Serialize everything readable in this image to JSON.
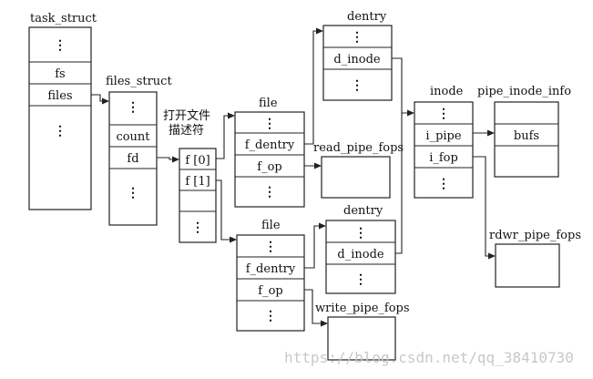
{
  "task_struct": {
    "title": "task_struct",
    "cells": [
      "⋮",
      "fs",
      "files",
      "⋮"
    ]
  },
  "files_struct": {
    "title": "files_struct",
    "cells": [
      "⋮",
      "count",
      "fd",
      "⋮"
    ]
  },
  "open_fd_note": {
    "line1": "打开文件",
    "line2": "描述符"
  },
  "fd_array": {
    "cells": [
      "f [0]",
      "f [1]",
      "",
      "⋮"
    ]
  },
  "file_read": {
    "title": "file",
    "cells": [
      "⋮",
      "f_dentry",
      "f_op",
      "⋮"
    ]
  },
  "file_write": {
    "title": "file",
    "cells": [
      "⋮",
      "f_dentry",
      "f_op",
      "⋮"
    ]
  },
  "dentry_top": {
    "title": "dentry",
    "cells": [
      "⋮",
      "d_inode",
      "⋮"
    ]
  },
  "dentry_bottom": {
    "title": "dentry",
    "cells": [
      "⋮",
      "d_inode",
      "⋮"
    ]
  },
  "read_pipe_fops": {
    "title": "read_pipe_fops"
  },
  "write_pipe_fops": {
    "title": "write_pipe_fops"
  },
  "inode": {
    "title": "inode",
    "cells": [
      "⋮",
      "i_pipe",
      "i_fop",
      "⋮"
    ]
  },
  "pipe_inode_info": {
    "title": "pipe_inode_info",
    "cells": [
      "bufs"
    ]
  },
  "rdwr_pipe_fops": {
    "title": "rdwr_pipe_fops"
  },
  "watermark": "https://blog.csdn.net/qq_38410730",
  "colors": {
    "stroke": "#222222",
    "watermark": "#c8c8c8"
  }
}
